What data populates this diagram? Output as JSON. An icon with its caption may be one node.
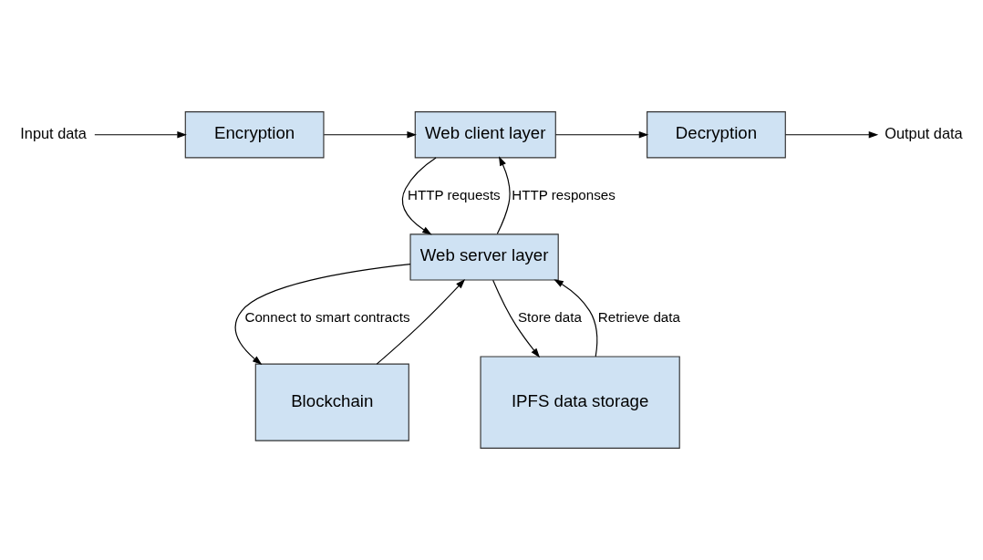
{
  "diagram": {
    "nodes": [
      {
        "text": [
          "Input data"
        ]
      },
      {
        "text": [
          "Encryption"
        ]
      },
      {
        "text": [
          "Web client layer"
        ]
      },
      {
        "text": [
          "Decryption"
        ]
      },
      {
        "text": [
          "Output data"
        ]
      },
      {
        "text": [
          "Web server layer"
        ]
      },
      {
        "text": [
          "Blockchain"
        ]
      },
      {
        "text": [
          "IPFS data storage"
        ]
      }
    ],
    "edges": [
      {
        "from": 0,
        "to": 1,
        "arrow": "to"
      },
      {
        "from": 1,
        "to": 2,
        "arrow": "to"
      },
      {
        "from": 2,
        "to": 3,
        "arrow": "to"
      },
      {
        "from": 3,
        "to": 4,
        "arrow": "to"
      },
      {
        "from": 2,
        "to": 5,
        "arrow": "to",
        "label": "HTTP requests"
      },
      {
        "from": 5,
        "to": 2,
        "arrow": "to",
        "label": "HTTP responses"
      },
      {
        "from": 5,
        "to": 6,
        "arrow": "to",
        "label": "Connect to smart contracts"
      },
      {
        "from": 6,
        "to": 5,
        "arrow": "to"
      },
      {
        "from": 5,
        "to": 7,
        "arrow": "to",
        "label": "Store data"
      },
      {
        "from": 7,
        "to": 5,
        "arrow": "to",
        "label": "Retrieve data"
      }
    ]
  }
}
